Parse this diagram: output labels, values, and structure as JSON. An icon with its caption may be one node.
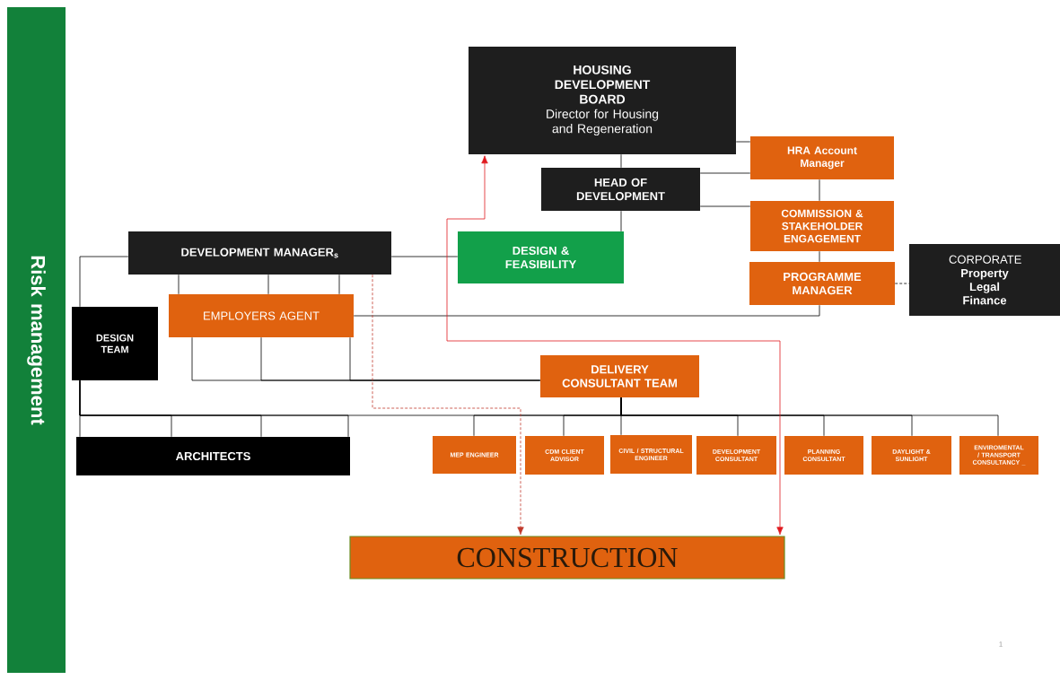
{
  "diagram": {
    "nodes": [
      {
        "text": [
          "Risk management"
        ]
      },
      {
        "text": [
          "HOUSING DEVELOPMENT BOARD",
          "Director for Housing and Regeneration"
        ]
      },
      {
        "text": [
          "HEAD OF DEVELOPMENT"
        ]
      },
      {
        "text": [
          "HRA Account Manager"
        ]
      },
      {
        "text": [
          "COMMISSION & STAKEHOLDER ENGAGEMENT"
        ]
      },
      {
        "text": [
          "PROGRAMME MANAGER"
        ]
      },
      {
        "text": [
          "CORPORATE",
          "Property Legal Finance"
        ]
      },
      {
        "text": [
          "DEVELOPMENT MANAGER$_{s}$"
        ]
      },
      {
        "text": [
          "DESIGN & FEASIBILITY"
        ]
      },
      {
        "text": [
          "EMPLOYERS AGENT"
        ]
      },
      {
        "text": [
          "DESIGN TEAM"
        ]
      },
      {
        "text": [
          "DELIVERY CONSULTANT TEAM"
        ]
      },
      {
        "text": [
          "ARCHITECTS"
        ]
      },
      {
        "text": [
          "MEP ENGINEER"
        ]
      },
      {
        "text": [
          "CDM CLIENT ADVISOR"
        ]
      },
      {
        "text": [
          "CIVIL / STRUCTURAL ENGINEER"
        ]
      },
      {
        "text": [
          "DEVELOPMENT CONSULTANT"
        ]
      },
      {
        "text": [
          "PLANNING CONSULTANT"
        ]
      },
      {
        "text": [
          "DAYLIGHT & SUNLIGHT"
        ]
      },
      {
        "text": [
          "ENVIROMENTAL / TRANSPORT CONSULTANCY _"
        ]
      },
      {
        "text": [
          "CONSTRUCTION"
        ]
      }
    ],
    "edges": [
      {
        "from": 1,
        "to": 2,
        "arrow": "none"
      },
      {
        "from": 1,
        "to": 3,
        "arrow": "none"
      },
      {
        "from": 2,
        "to": 3,
        "arrow": "none"
      },
      {
        "from": 2,
        "to": 4,
        "arrow": "none"
      },
      {
        "from": 3,
        "to": 4,
        "arrow": "none"
      },
      {
        "from": 4,
        "to": 5,
        "arrow": "none"
      },
      {
        "from": 5,
        "to": 6,
        "arrow": "none",
        "style": "dashed"
      },
      {
        "from": 2,
        "to": 8,
        "arrow": "none"
      },
      {
        "from": 7,
        "to": 8,
        "arrow": "none"
      },
      {
        "from": 5,
        "to": 9,
        "arrow": "none"
      },
      {
        "from": 7,
        "to": 9,
        "arrow": "none"
      },
      {
        "from": 7,
        "to": 9,
        "arrow": "none"
      },
      {
        "from": 7,
        "to": 9,
        "arrow": "none"
      },
      {
        "from": 7,
        "to": 10,
        "arrow": "none"
      },
      {
        "from": 9,
        "to": 11,
        "arrow": "none"
      },
      {
        "from": 9,
        "to": 11,
        "arrow": "none"
      },
      {
        "from": 9,
        "to": 11,
        "arrow": "none"
      },
      {
        "from": 10,
        "to": 11,
        "arrow": "none"
      },
      {
        "from": 10,
        "to": 12,
        "arrow": "none"
      },
      {
        "from": 10,
        "to": 12,
        "arrow": "none"
      },
      {
        "from": 10,
        "to": 12,
        "arrow": "none"
      },
      {
        "from": 10,
        "to": 12,
        "arrow": "none"
      },
      {
        "from": 11,
        "to": 13,
        "arrow": "none"
      },
      {
        "from": 11,
        "to": 14,
        "arrow": "none"
      },
      {
        "from": 11,
        "to": 15,
        "arrow": "none"
      },
      {
        "from": 11,
        "to": 16,
        "arrow": "none"
      },
      {
        "from": 11,
        "to": 17,
        "arrow": "none"
      },
      {
        "from": 11,
        "to": 18,
        "arrow": "none"
      },
      {
        "from": 11,
        "to": 19,
        "arrow": "none"
      },
      {
        "from": 1,
        "to": 20,
        "arrow": "both",
        "color": "#e0191e"
      },
      {
        "from": 7,
        "to": 20,
        "arrow": "to",
        "style": "dashed",
        "color": "#c0392b"
      }
    ],
    "labels": [
      "1"
    ]
  }
}
